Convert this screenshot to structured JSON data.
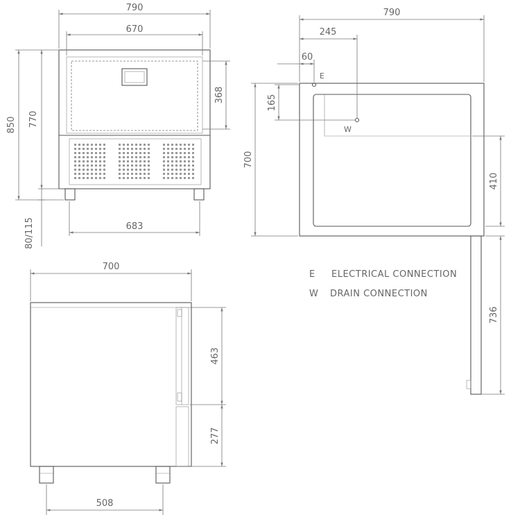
{
  "front_view": {
    "width_outer": "790",
    "width_inner": "670",
    "height_total": "850",
    "height_body": "770",
    "door_height": "368",
    "feet_height": "80/115",
    "feet_spacing": "683"
  },
  "top_view": {
    "width": "790",
    "offset_245": "245",
    "offset_60": "60",
    "offset_165": "165",
    "depth": "700",
    "inner_410": "410",
    "door_swing": "736",
    "marker_e": "E",
    "marker_w": "W"
  },
  "legend": {
    "e_key": "E",
    "e_label": "ELECTRICAL CONNECTION",
    "w_key": "W",
    "w_label": "DRAIN CONNECTION"
  },
  "side_view": {
    "depth": "700",
    "upper_height": "463",
    "lower_height": "277",
    "feet_spacing": "508"
  }
}
